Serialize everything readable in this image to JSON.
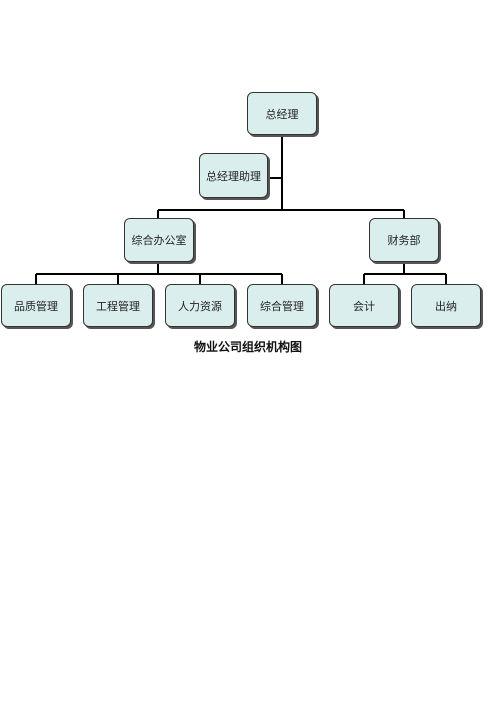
{
  "org_chart": {
    "nodes": {
      "general_manager": "总经理",
      "gm_assistant": "总经理助理",
      "general_office": "综合办公室",
      "finance": "财务部",
      "quality_mgmt": "品质管理",
      "engineering_mgmt": "工程管理",
      "human_resources": "人力资源",
      "general_mgmt": "综合管理",
      "accounting": "会计",
      "cashier": "出纳"
    },
    "edges": [
      [
        "general_manager",
        "gm_assistant"
      ],
      [
        "general_manager",
        "general_office"
      ],
      [
        "general_manager",
        "finance"
      ],
      [
        "general_office",
        "quality_mgmt"
      ],
      [
        "general_office",
        "engineering_mgmt"
      ],
      [
        "general_office",
        "human_resources"
      ],
      [
        "general_office",
        "general_mgmt"
      ],
      [
        "finance",
        "accounting"
      ],
      [
        "finance",
        "cashier"
      ]
    ],
    "colors": {
      "box_fill": "#dbeeee",
      "box_border": "#333333",
      "line": "#000000"
    }
  },
  "caption": "物业公司组织机构图"
}
